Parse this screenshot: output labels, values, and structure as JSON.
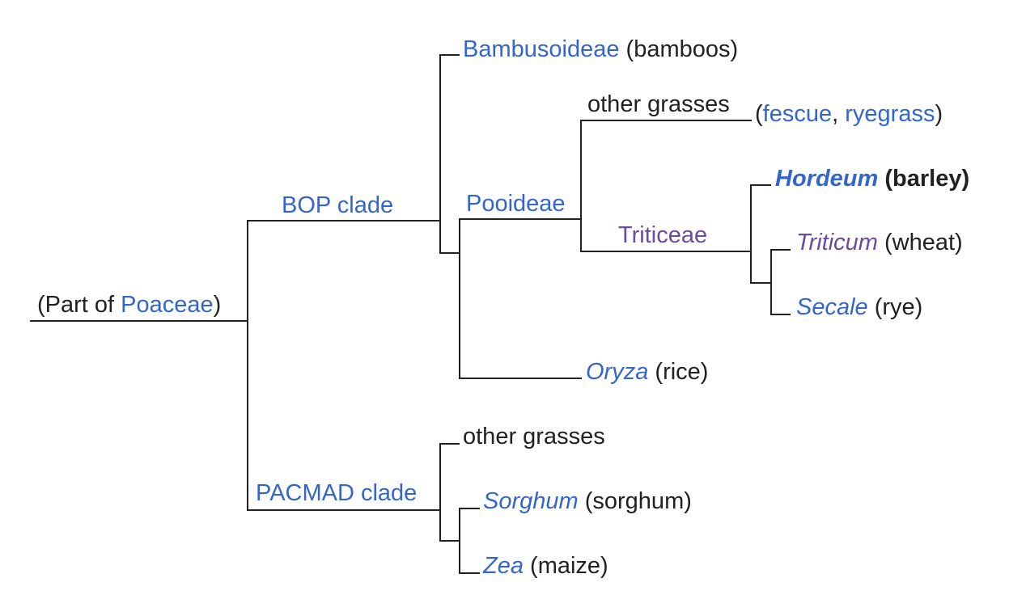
{
  "colors": {
    "text": "#202122",
    "link": "#3366cc",
    "triticeae": "#6b4ba1",
    "line": "#222222"
  },
  "root": {
    "open": "(Part of ",
    "link": "Poaceae",
    "close": ")"
  },
  "clades": {
    "bop": "BOP clade",
    "pacmad": "PACMAD clade",
    "pooideae": "Pooideae",
    "triticeae": "Triticeae"
  },
  "leaves": {
    "bambusoideae": {
      "name": "Bambusoideae",
      "common": "(bamboos)"
    },
    "pooideae_other": {
      "name": "other grasses",
      "open": "(",
      "ex1": "fescue",
      "sep": ", ",
      "ex2": "ryegrass",
      "close": ")"
    },
    "hordeum": {
      "name": "Hordeum",
      "common": "(barley)"
    },
    "triticum": {
      "name": "Triticum",
      "common": "(wheat)"
    },
    "secale": {
      "name": "Secale",
      "common": "(rye)"
    },
    "oryza": {
      "name": "Oryza",
      "common": "(rice)"
    },
    "pacmad_other": {
      "name": "other grasses"
    },
    "sorghum": {
      "name": "Sorghum",
      "common": "(sorghum)"
    },
    "zea": {
      "name": "Zea",
      "common": "(maize)"
    }
  }
}
